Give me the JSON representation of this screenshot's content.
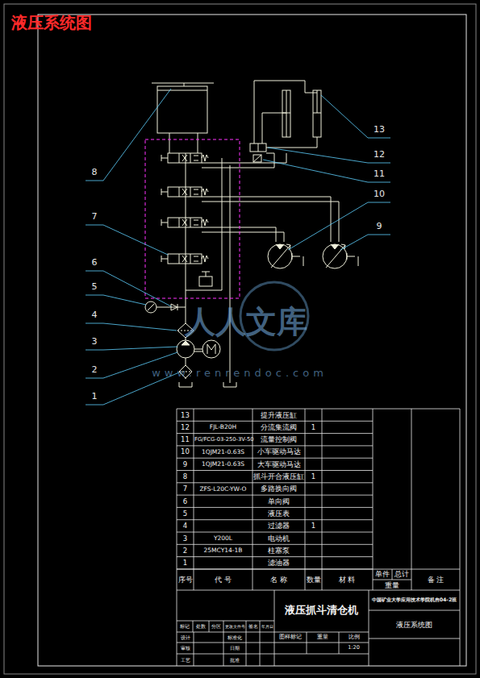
{
  "diagram": {
    "title": "液压系统图",
    "labels": [
      "8",
      "7",
      "6",
      "5",
      "4",
      "3",
      "2",
      "1",
      "13",
      "12",
      "11",
      "10",
      "9",
      "13",
      "提升液压缸",
      "12",
      "FJL-B20H",
      "分流集流阀",
      "1",
      "11",
      "FG/FCG-03-250-3V-50",
      "流量控制阀",
      "10",
      "1QJM21-0.63S",
      "小车驱动马达",
      "9",
      "1QJM21-0.63S",
      "大车驱动马达",
      "8",
      "抓斗开合液压缸",
      "1",
      "7",
      "ZFS-L20C-YW-O",
      "多路换向阀",
      "6",
      "单向阀",
      "5",
      "液压表",
      "4",
      "过滤器",
      "1",
      "3",
      "Y200L",
      "电动机",
      "2",
      "25MCY14-1B",
      "柱塞泵",
      "1",
      "滤油器",
      "序号",
      "代 号",
      "名 称",
      "数量",
      "材 料",
      "单件",
      "总计",
      "重量",
      "备 注",
      "液压抓斗清仓机",
      "中国矿业大学应用技术学院机自04-2班",
      "液压系统图",
      "标记",
      "处数",
      "分区",
      "更改文件号",
      "签名",
      "年月日",
      "设计",
      "标准化",
      "审核",
      "工艺",
      "批准",
      "日期",
      "图样标记",
      "重量",
      "比例",
      "1:20",
      "人人文库",
      "www.renrendoc.com"
    ]
  }
}
